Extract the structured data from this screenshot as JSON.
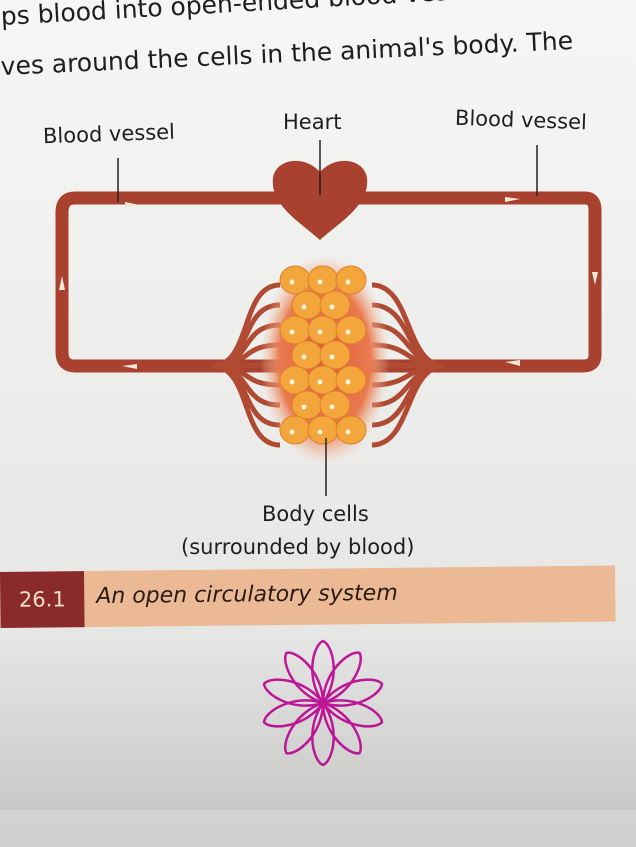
{
  "body_text": {
    "line1": "ps blood into open-ended blood vessels. The",
    "line2": "ves around the cells in the animal's body. The"
  },
  "diagram": {
    "labels": {
      "blood_vessel_left": "Blood vessel",
      "heart": "Heart",
      "blood_vessel_right": "Blood vessel",
      "body_cells_line1": "Body cells",
      "body_cells_line2": "(surrounded by blood)"
    },
    "colors": {
      "vessel": "#a8412e",
      "cell": "#f2a33a",
      "blood_field": "#e0603a"
    }
  },
  "caption": {
    "figure_number": "26.1",
    "title": "An open circulatory system"
  },
  "doodle": {
    "icon": "flower-doodle",
    "color": "#c0179a"
  }
}
